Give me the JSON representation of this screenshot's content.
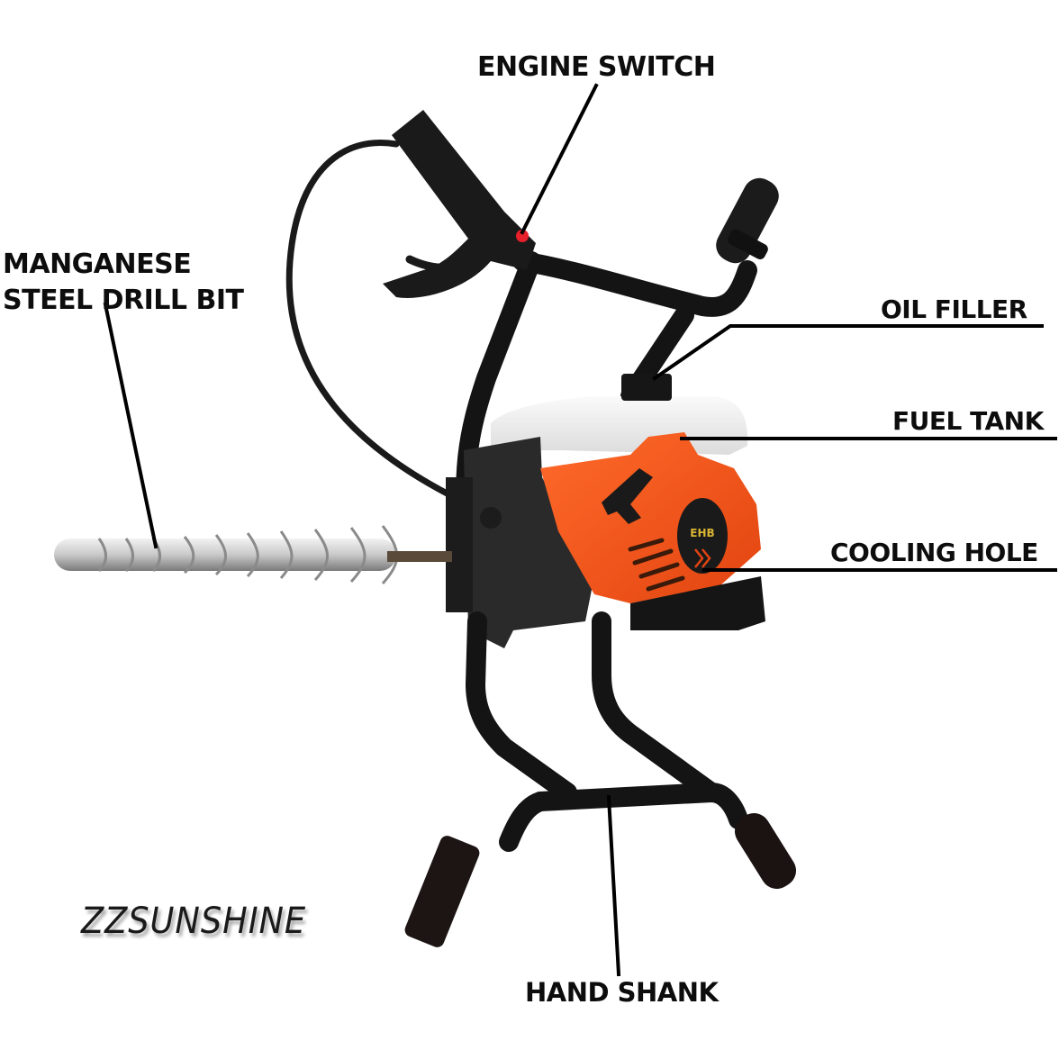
{
  "diagram": {
    "subject": "Gasoline earth auger / ground drill",
    "brand": "ZZSUNSHINE",
    "callouts": [
      {
        "id": "engine_switch",
        "label": "ENGINE SWITCH"
      },
      {
        "id": "drill_bit",
        "label_lines": [
          "MANGANESE",
          "STEEL DRILL BIT"
        ]
      },
      {
        "id": "oil_filler",
        "label": "OIL FILLER"
      },
      {
        "id": "fuel_tank",
        "label": "FUEL TANK"
      },
      {
        "id": "cooling_hole",
        "label": "COOLING HOLE"
      },
      {
        "id": "hand_shank",
        "label": "HAND SHANK"
      }
    ],
    "engine_badge_text": "EHB",
    "colors": {
      "background": "#ffffff",
      "frame": "#141414",
      "engine_cover": "#f0531c",
      "fuel_tank": "#ececec",
      "drill_bit": "#c8c8c8",
      "switch": "#e8202a",
      "leader_lines": "#000000",
      "label_text": "#0d0d0d"
    }
  }
}
